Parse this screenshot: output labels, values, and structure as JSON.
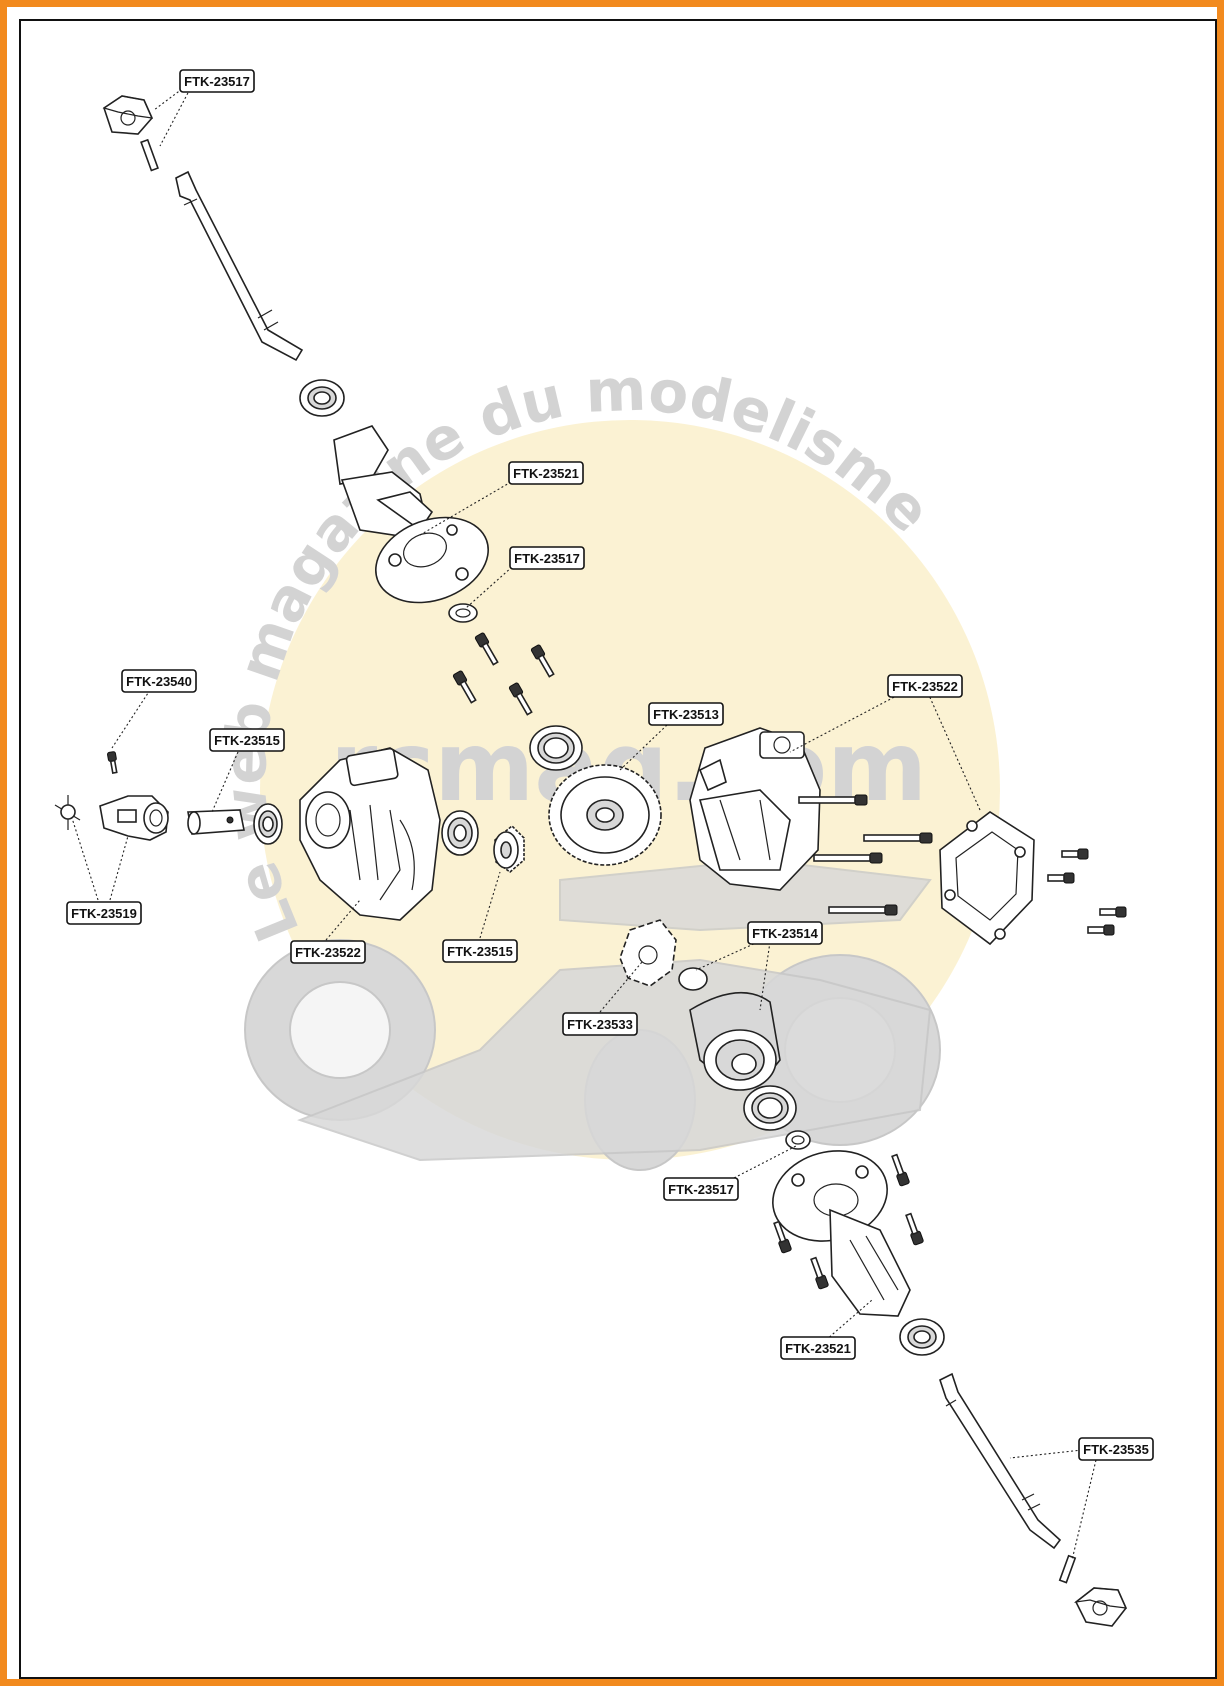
{
  "watermark": {
    "site": "rcmag.com",
    "tagline": "Le web magazine du modelisme",
    "circle_color": "#fbf1cf",
    "text_color": "#cfcfcf"
  },
  "frame": {
    "border_color": "#f28a1e"
  },
  "labels": [
    {
      "id": "l1",
      "code": "FTK-23517"
    },
    {
      "id": "l2",
      "code": "FTK-23521"
    },
    {
      "id": "l3",
      "code": "FTK-23517"
    },
    {
      "id": "l4",
      "code": "FTK-23540"
    },
    {
      "id": "l5",
      "code": "FTK-23515"
    },
    {
      "id": "l6",
      "code": "FTK-23513"
    },
    {
      "id": "l7",
      "code": "FTK-23522"
    },
    {
      "id": "l8",
      "code": "FTK-23519"
    },
    {
      "id": "l9",
      "code": "FTK-23522"
    },
    {
      "id": "l10",
      "code": "FTK-23515"
    },
    {
      "id": "l11",
      "code": "FTK-23514"
    },
    {
      "id": "l12",
      "code": "FTK-23533"
    },
    {
      "id": "l13",
      "code": "FTK-23517"
    },
    {
      "id": "l14",
      "code": "FTK-23521"
    },
    {
      "id": "l15",
      "code": "FTK-23535"
    }
  ]
}
